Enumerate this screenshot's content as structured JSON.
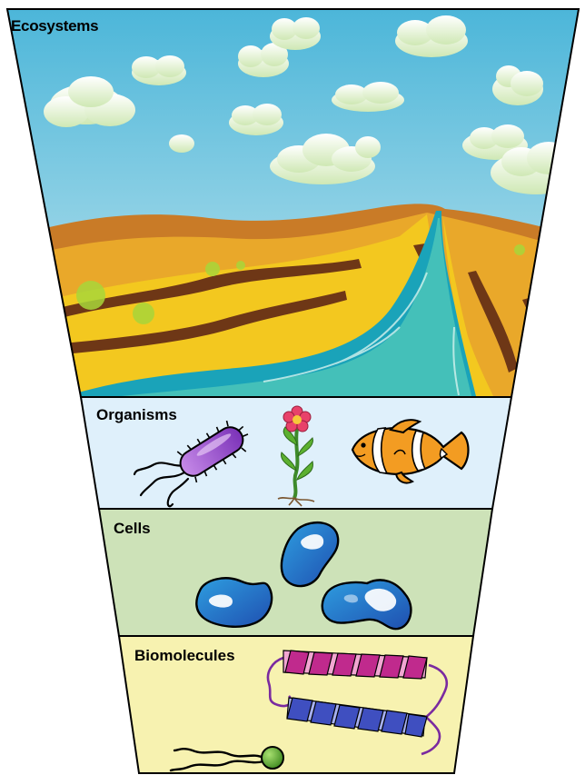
{
  "levels": [
    {
      "name": "ecosystems",
      "label": "Ecosystems"
    },
    {
      "name": "organisms",
      "label": "Organisms"
    },
    {
      "name": "cells",
      "label": "Cells"
    },
    {
      "name": "biomolecules",
      "label": "Biomolecules"
    }
  ],
  "colors": {
    "sky_top": "#4cb6d9",
    "sky_bottom": "#c6e7ef",
    "organisms_band": "#dff0fb",
    "cells_band": "#cde2b8",
    "biomolecules_band": "#f7f2b0",
    "river": "#1aa3b9",
    "sand": "#f0be1e",
    "earth": "#c97b27",
    "cell_blue": "#2e7fd0",
    "bacterium": "#9b4fd0",
    "fish": "#f39c22",
    "helix_pink": "#c02a8d",
    "helix_blue": "#3f4fc0",
    "lipid_head": "#5cb030"
  },
  "icons": [
    "cloud-icon",
    "bacterium-icon",
    "flower-icon",
    "clownfish-icon",
    "cell-icon",
    "helix-icon",
    "lipid-icon"
  ]
}
